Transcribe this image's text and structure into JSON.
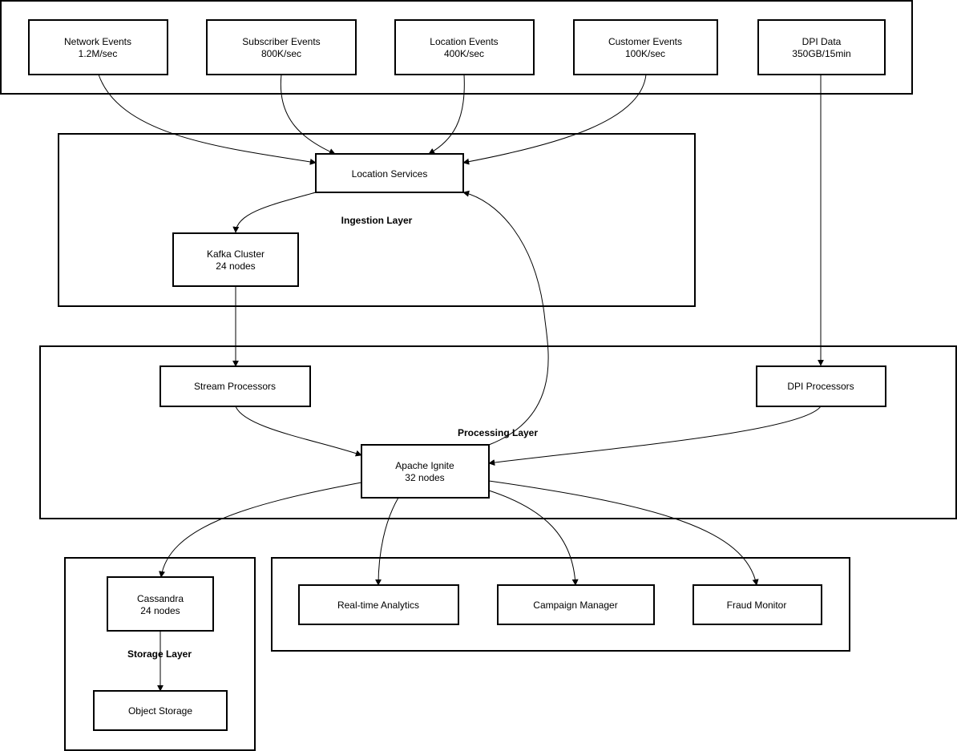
{
  "groups": {
    "ingestion": "Ingestion Layer",
    "processing": "Processing Layer",
    "storage": "Storage Layer"
  },
  "nodes": {
    "network_events": [
      "Network Events",
      "1.2M/sec"
    ],
    "subscriber_events": [
      "Subscriber Events",
      "800K/sec"
    ],
    "location_events": [
      "Location Events",
      "400K/sec"
    ],
    "customer_events": [
      "Customer Events",
      "100K/sec"
    ],
    "dpi_data": [
      "DPI Data",
      "350GB/15min"
    ],
    "location_services": [
      "Location Services"
    ],
    "kafka_cluster": [
      "Kafka Cluster",
      "24 nodes"
    ],
    "stream_processors": [
      "Stream Processors"
    ],
    "dpi_processors": [
      "DPI Processors"
    ],
    "apache_ignite": [
      "Apache Ignite",
      "32 nodes"
    ],
    "cassandra": [
      "Cassandra",
      "24 nodes"
    ],
    "object_storage": [
      "Object Storage"
    ],
    "realtime_analytics": [
      "Real-time Analytics"
    ],
    "campaign_manager": [
      "Campaign Manager"
    ],
    "fraud_monitor": [
      "Fraud Monitor"
    ]
  },
  "edges": [
    {
      "from": "network_events",
      "to": "location_services"
    },
    {
      "from": "subscriber_events",
      "to": "location_services"
    },
    {
      "from": "location_events",
      "to": "location_services"
    },
    {
      "from": "customer_events",
      "to": "location_services"
    },
    {
      "from": "dpi_data",
      "to": "dpi_processors"
    },
    {
      "from": "location_services",
      "to": "kafka_cluster"
    },
    {
      "from": "kafka_cluster",
      "to": "stream_processors"
    },
    {
      "from": "stream_processors",
      "to": "apache_ignite"
    },
    {
      "from": "dpi_processors",
      "to": "apache_ignite"
    },
    {
      "from": "apache_ignite",
      "to": "location_services"
    },
    {
      "from": "apache_ignite",
      "to": "cassandra"
    },
    {
      "from": "apache_ignite",
      "to": "realtime_analytics"
    },
    {
      "from": "apache_ignite",
      "to": "campaign_manager"
    },
    {
      "from": "apache_ignite",
      "to": "fraud_monitor"
    },
    {
      "from": "cassandra",
      "to": "object_storage"
    }
  ]
}
